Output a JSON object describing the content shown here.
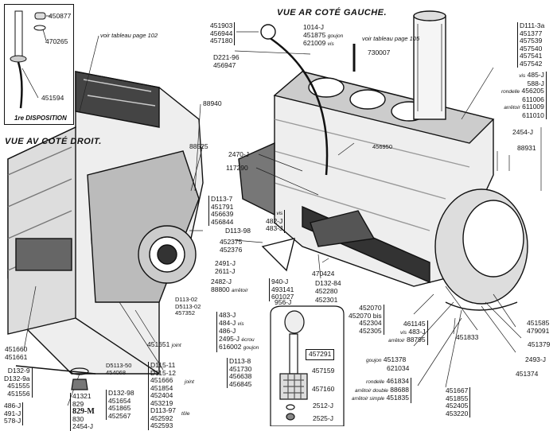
{
  "titles": {
    "front_view": "VUE AV COTÉ DROIT.",
    "rear_view": "VUE AR COTÉ GAUCHE.",
    "first_arrangement": "1re DISPOSITION"
  },
  "references": {
    "see_table_102": "voir tableau page 102",
    "see_table_105": "voir tableau page 105"
  },
  "inset_first_disposition": {
    "parts": [
      "450877",
      "470265",
      "451594"
    ]
  },
  "labels": {
    "dipstick_group": [
      "451903",
      "456944",
      "457180"
    ],
    "dipstick_tube": [
      "D221-96",
      "456947"
    ],
    "stud_group": {
      "parts": [
        "1014-J",
        "451875",
        "621009"
      ],
      "note_stud": "goujon",
      "note_screw": "vis"
    },
    "pin_730007": "730007",
    "liner_group": [
      "D111-3a",
      "451377",
      "457539",
      "457540",
      "457541",
      "457542"
    ],
    "screw_group": {
      "parts": [
        "485-J",
        "588-J",
        "456205",
        "611006",
        "611009",
        "611010"
      ],
      "note_screw": "vis",
      "note_washer": "rondelle",
      "note_lock": "arrêtoir"
    },
    "p88940": "88940",
    "p88525": "88525",
    "p2470": "2470-J",
    "p117290": "117290",
    "p456950": "456950",
    "p2454": "2454-J",
    "p88931": "88931",
    "d113_7_group": [
      "D113-7",
      "451791",
      "456639",
      "456844"
    ],
    "d113_98": "D113-98",
    "screw_482": {
      "note": "vis",
      "parts": [
        "482-J",
        "483-J"
      ]
    },
    "bracket_group": [
      "452375",
      "452376"
    ],
    "p2491_group": [
      "2491-J",
      "2611-J"
    ],
    "p2482_group": {
      "parts": [
        "2482-J",
        "88800"
      ],
      "note": "arrêtoir"
    },
    "bolt_940_group": [
      "940-J",
      "493141",
      "601027"
    ],
    "p956": "956-J",
    "p470424": "470424",
    "d132_84_group": [
      "D132-84",
      "452280"
    ],
    "p452301": "452301",
    "pan_group": [
      "452070",
      "452070 bis",
      "452304",
      "452305"
    ],
    "p461145_group": {
      "parts": [
        "461145",
        "483-J",
        "88795"
      ],
      "note_screw": "vis",
      "note_lock": "arrêtoir"
    },
    "stud_451378": {
      "note": "goujon",
      "parts": [
        "451378",
        "621034"
      ]
    },
    "washer_group": {
      "parts": [
        "461834",
        "88688",
        "451835"
      ],
      "notes": [
        "rondelle",
        "arrêtoir double",
        "arrêtoir simple"
      ]
    },
    "p451585_group": [
      "451585",
      "479091"
    ],
    "p451379": "451379",
    "p2493": "2493-J",
    "p451374": "451374",
    "p451833": "451833",
    "cover_group": [
      "451667",
      "451855",
      "452405",
      "453220"
    ],
    "d113_02_group": [
      "D113-02",
      "D5113-02",
      "457352"
    ],
    "screw_483_group": {
      "parts": [
        "483-J",
        "484-J",
        "486-J"
      ],
      "note": "vis"
    },
    "nut_2495": {
      "parts": [
        "2495-J",
        "616002"
      ],
      "notes": [
        "écrou",
        "goujon"
      ]
    },
    "d113_8_group": [
      "D113-8",
      "451730",
      "456638",
      "456845"
    ],
    "p451651": {
      "part": "451651",
      "note": "joint"
    },
    "d5113_50_group": [
      "D5113-50",
      "454068"
    ],
    "gasket_group": {
      "parts": [
        "D115-11",
        "D115-12",
        "451666",
        "451854",
        "452404",
        "453219",
        "D113-97",
        "452592",
        "452593"
      ],
      "note_gasket": "joint",
      "note_sheet": "tôle"
    },
    "d132_98_group": [
      "D132-98",
      "451654",
      "451865",
      "452567"
    ],
    "plug_group": [
      "41321",
      "829",
      "829-M",
      "830",
      "2454-J"
    ],
    "p451660_group": [
      "451660",
      "451661"
    ],
    "d132_9_group": [
      "D132-9",
      "D132-9a",
      "451555",
      "451556"
    ],
    "p486_group": [
      "486-J",
      "491-J",
      "578-J"
    ],
    "p88931_alt": "88931"
  },
  "oil_pump_inset": {
    "boxed_part": "457291",
    "parts": [
      "457159",
      "457160",
      "2512-J",
      "2525-J"
    ]
  }
}
